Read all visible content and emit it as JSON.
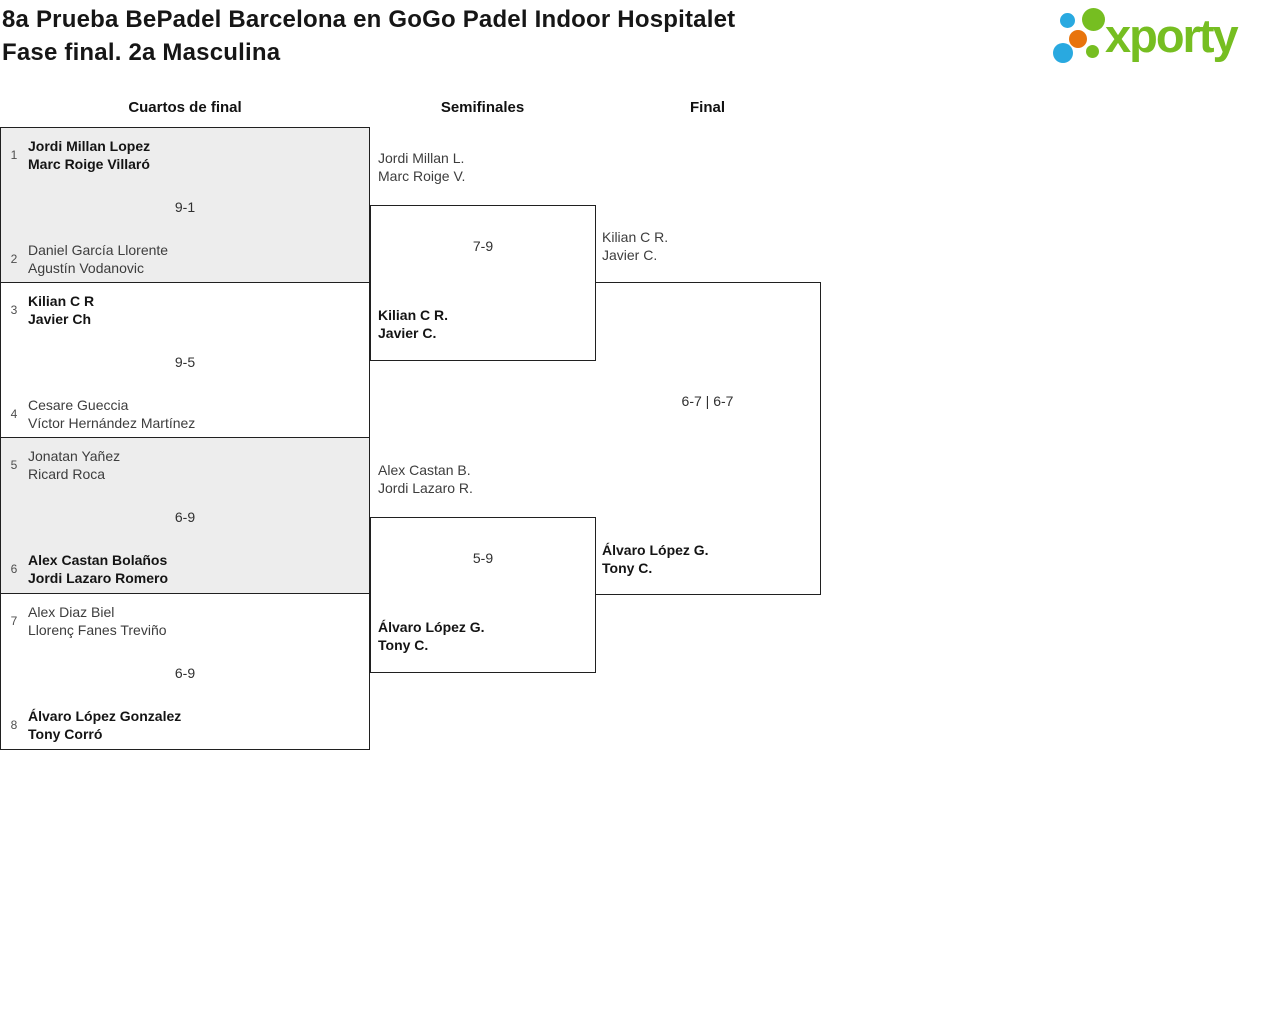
{
  "page": {
    "title_line1": "8a Prueba BePadel Barcelona en GoGo Padel Indoor Hospitalet",
    "title_line2": "Fase final. 2a Masculina"
  },
  "logo": {
    "text": "xporty",
    "colors": {
      "green": "#76BE21",
      "blue": "#29A9E0",
      "orange": "#E8740C"
    }
  },
  "round_headers": {
    "quarterfinals": "Cuartos de final",
    "semifinals": "Semifinales",
    "final": "Final"
  },
  "colors": {
    "block_gray": "#ededed",
    "border": "#202020"
  },
  "bracket": {
    "quarterfinals": [
      {
        "seed_top": "1",
        "team_top": {
          "line1": "Jordi Millan Lopez",
          "line2": "Marc Roige Villaró",
          "winner": true
        },
        "score": "9-1",
        "seed_bottom": "2",
        "team_bottom": {
          "line1": "Daniel García Llorente",
          "line2": "Agustín Vodanovic",
          "winner": false
        }
      },
      {
        "seed_top": "3",
        "team_top": {
          "line1": "Kilian C R",
          "line2": "Javier Ch",
          "winner": true
        },
        "score": "9-5",
        "seed_bottom": "4",
        "team_bottom": {
          "line1": "Cesare Gueccia",
          "line2": "Víctor Hernández Martínez",
          "winner": false
        }
      },
      {
        "seed_top": "5",
        "team_top": {
          "line1": "Jonatan Yañez",
          "line2": "Ricard Roca",
          "winner": false
        },
        "score": "6-9",
        "seed_bottom": "6",
        "team_bottom": {
          "line1": "Alex Castan Bolaños",
          "line2": "Jordi Lazaro Romero",
          "winner": true
        }
      },
      {
        "seed_top": "7",
        "team_top": {
          "line1": "Alex Diaz Biel",
          "line2": "Llorenç Fanes Treviño",
          "winner": false
        },
        "score": "6-9",
        "seed_bottom": "8",
        "team_bottom": {
          "line1": "Álvaro López Gonzalez",
          "line2": "Tony Corró",
          "winner": true
        }
      }
    ],
    "semifinals": [
      {
        "team_top": {
          "line1": "Jordi Millan L.",
          "line2": "Marc Roige V.",
          "winner": false
        },
        "score": "7-9",
        "team_bottom": {
          "line1": "Kilian C R.",
          "line2": "Javier C.",
          "winner": true
        }
      },
      {
        "team_top": {
          "line1": "Alex Castan B.",
          "line2": "Jordi Lazaro R.",
          "winner": false
        },
        "score": "5-9",
        "team_bottom": {
          "line1": "Álvaro López G.",
          "line2": "Tony C.",
          "winner": true
        }
      }
    ],
    "final": {
      "team_top": {
        "line1": "Kilian C R.",
        "line2": "Javier C.",
        "winner": false
      },
      "score": "6-7 | 6-7",
      "team_bottom": {
        "line1": "Álvaro López G.",
        "line2": "Tony C.",
        "winner": true
      }
    }
  }
}
